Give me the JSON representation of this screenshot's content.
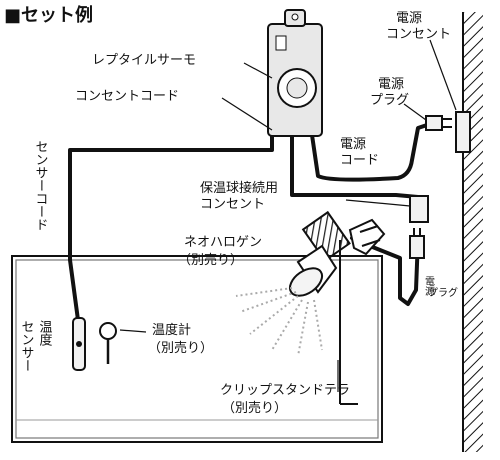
{
  "title": "■セット例",
  "labels": {
    "thermostat": "レプタイルサーモ",
    "outlet_cord": "コンセントコード",
    "sensor_cord": "センサーコード",
    "power_outlet": [
      "電源",
      "コンセント"
    ],
    "power_plug_top": [
      "電源",
      "プラグ"
    ],
    "power_cord": [
      "電源",
      "コード"
    ],
    "bulb_outlet": [
      "保温球接続用",
      "コンセント"
    ],
    "halogen": [
      "ネオハロゲン",
      "（別売り）"
    ],
    "thermometer": [
      "温度計",
      "（別売り）"
    ],
    "temp_sensor": [
      "センサー",
      "温度"
    ],
    "clip_stand": [
      "クリップスタンドテラ",
      "（別売り）"
    ],
    "power_plug_small": [
      "電源",
      "プラグ"
    ]
  }
}
